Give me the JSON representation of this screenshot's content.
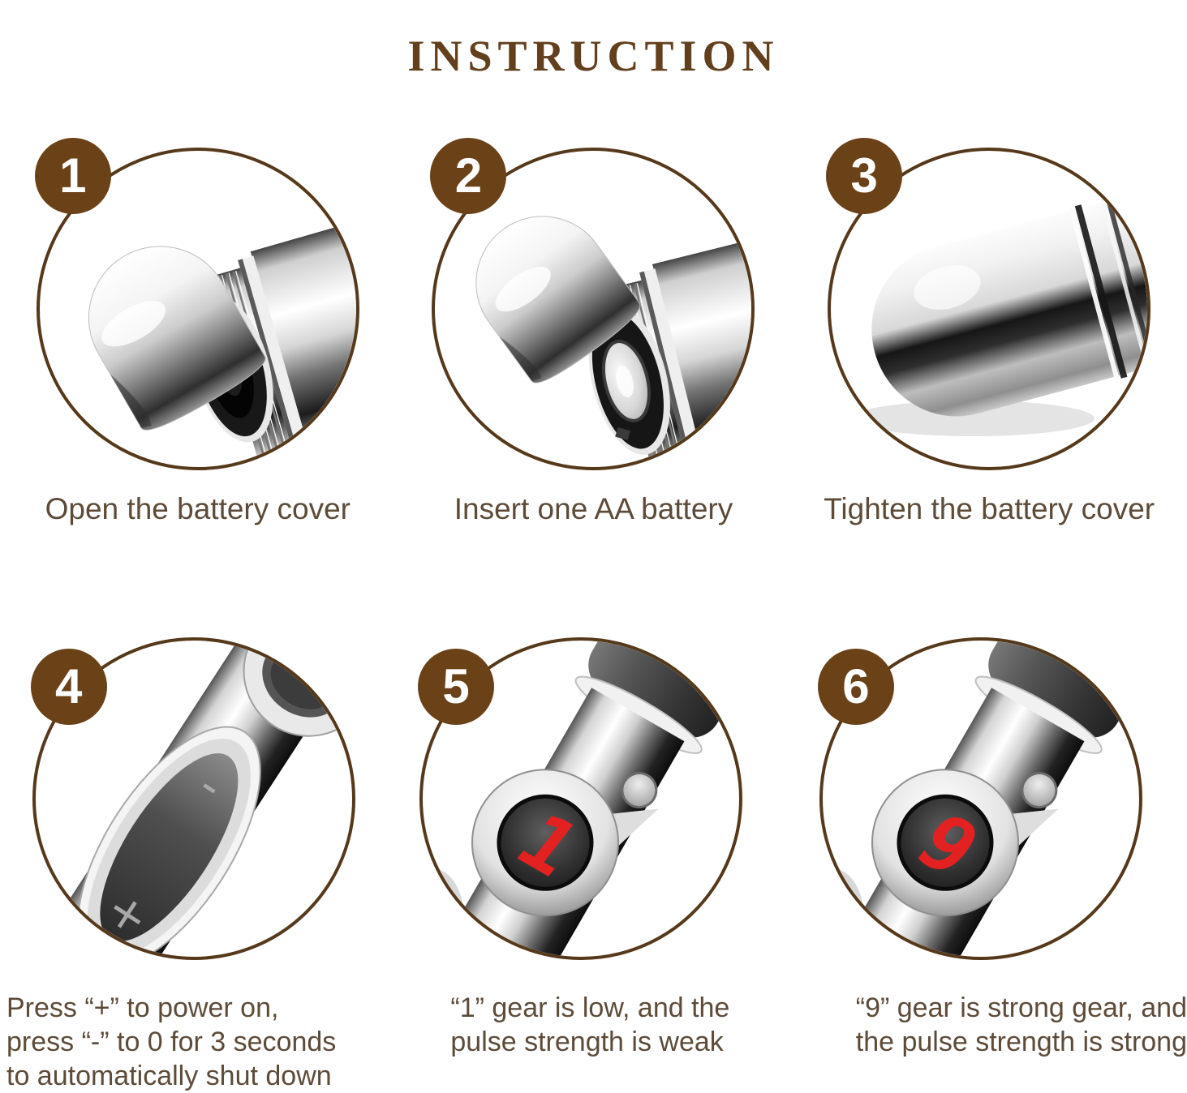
{
  "title": "INSTRUCTION",
  "colors": {
    "title_brown": "#63401d",
    "badge_brown": "#6b4117",
    "ring_brown": "#56391b",
    "caption_brown": "#5d4b38",
    "led_red": "#e32121"
  },
  "pen": {
    "minus_label": "-",
    "plus_label": "+"
  },
  "steps": [
    {
      "number": "1",
      "caption": "Open the battery cover"
    },
    {
      "number": "2",
      "caption": "Insert one AA battery"
    },
    {
      "number": "3",
      "caption": "Tighten the battery cover"
    },
    {
      "number": "4",
      "caption": "Press “+” to power on,\npress “-” to 0 for 3 seconds\nto automatically shut down"
    },
    {
      "number": "5",
      "caption": "“1” gear is low, and the\npulse strength is weak",
      "display_digit": "1"
    },
    {
      "number": "6",
      "caption": "“9” gear is strong gear, and\nthe pulse strength is strong",
      "display_digit": "9"
    }
  ]
}
